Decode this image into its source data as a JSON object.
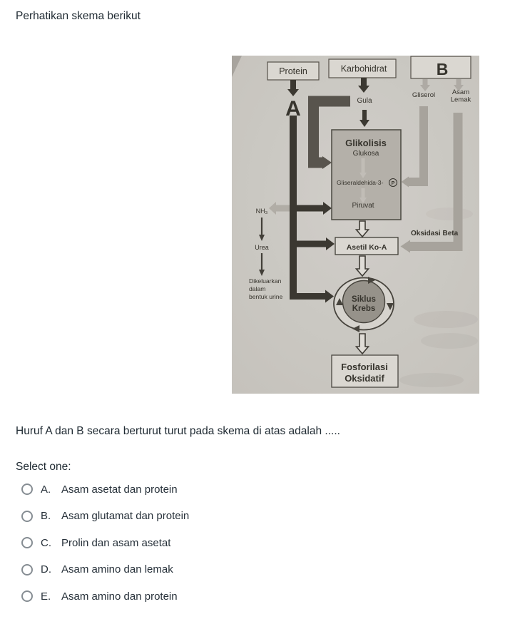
{
  "page": {
    "title": "Perhatikan skema berikut",
    "question": "Huruf A dan B secara berturut turut pada skema di atas adalah .....",
    "select_prompt": "Select one:",
    "options": [
      {
        "letter": "A.",
        "text": "Asam asetat dan protein"
      },
      {
        "letter": "B.",
        "text": "Asam glutamat dan protein"
      },
      {
        "letter": "C.",
        "text": "Prolin dan asam asetat"
      },
      {
        "letter": "D.",
        "text": "Asam amino dan lemak"
      },
      {
        "letter": "E.",
        "text": "Asam amino dan protein"
      }
    ]
  },
  "diagram": {
    "boxes": {
      "protein": "Protein",
      "karbohidrat": "Karbohidrat",
      "b": "B",
      "glikolisis_title": "Glikolisis",
      "glukosa": "Glukosa",
      "gliseraldehida": "Gliseraldehida-3-",
      "p_symbol": "P",
      "piruvat": "Piruvat",
      "asetil": "Asetil Ko-A",
      "siklus_line1": "Siklus",
      "siklus_line2": "Krebs",
      "fosforilasi_line1": "Fosforilasi",
      "fosforilasi_line2": "Oksidatif"
    },
    "labels": {
      "a_letter": "A",
      "gula": "Gula",
      "gliserol": "Gliserol",
      "asam_line1": "Asam",
      "asam_line2": "Lemak",
      "nh3": "NH₃",
      "urea": "Urea",
      "excreted_line1": "Dikeluarkan",
      "excreted_line2": "dalam",
      "excreted_line3": "bentuk urine",
      "oksidasi_beta": "Oksidasi Beta"
    },
    "colors": {
      "paper": "#cbc8c2",
      "ink": "#3a372f",
      "gray_path": "#a8a49d",
      "box_fill": "#dcd9d3",
      "glikolisis_fill": "#b5b1aa",
      "krebs_fill": "#96928a"
    }
  }
}
